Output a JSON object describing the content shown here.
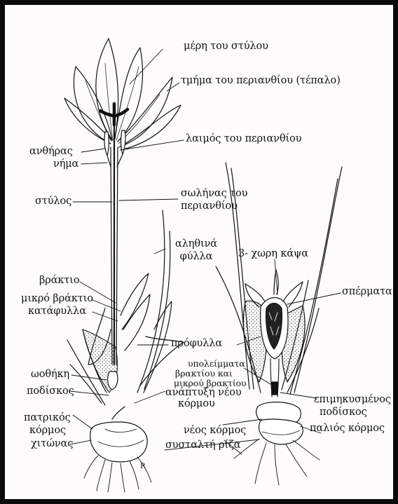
{
  "labels": {
    "style_branches": "μέρη του στύλου",
    "perianth_segment": "τμήμα του περιανθίου (τέπαλο)",
    "perianth_throat": "λαιμός του περιανθίου",
    "anther": "ανθήρας",
    "filament": "νήμα",
    "perianth_tube_1": "σωλήνας του",
    "perianth_tube_2": "περιανθίου",
    "style": "στύλος",
    "true_leaves_1": "αληθινά",
    "true_leaves_2": "φύλλα",
    "capsule": "3- χωρη κάψα",
    "seeds": "σπέρματα",
    "bract": "βράκτιο",
    "bracteole": "μικρό βράκτιο",
    "cataphylls": "κατάφυλλα",
    "prophylls": "πρόφυλλα",
    "ovary": "ωοθήκη",
    "bract_remnants_1": "υπολείμματα",
    "bract_remnants_2": "βρακτίου και",
    "bract_remnants_3": "μικρού βρακτίου",
    "pedicel": "ποδίσκος",
    "new_corm_dev_1": "ανάπτυξη νέου",
    "new_corm_dev_2": "κόρμου",
    "elongated_1": "επιμηκυσμένος",
    "elongated_2": "ποδίσκος",
    "mother_corm_1": "πατρικός",
    "mother_corm_2": "κόρμος",
    "tunic": "χιτώνας",
    "new_corm": "νέος κόρμος",
    "old_corm": "παλιός κόρμος",
    "contractile_root": "συσταλτή ρίζα",
    "plate_mark": "R"
  }
}
